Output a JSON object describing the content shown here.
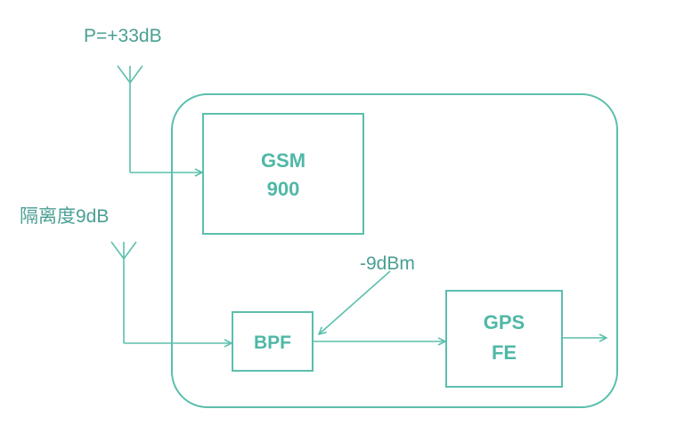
{
  "colors": {
    "stroke": "#5bbfac",
    "label_text": "#4a9f94",
    "block_text": "#4fb8a6",
    "background": "#ffffff"
  },
  "annotations": {
    "gsm_power": "P=+33dB",
    "isolation": "隔离度9dB",
    "gps_input_level": "-9dBm"
  },
  "blocks": {
    "gsm": {
      "line1": "GSM",
      "line2": "900"
    },
    "bpf": {
      "label": "BPF"
    },
    "gps_fe": {
      "line1": "GPS",
      "line2": "FE"
    }
  },
  "icons": {
    "gsm_antenna": "antenna-icon",
    "gps_antenna": "antenna-icon",
    "output_arrow": "arrow-right-icon"
  }
}
